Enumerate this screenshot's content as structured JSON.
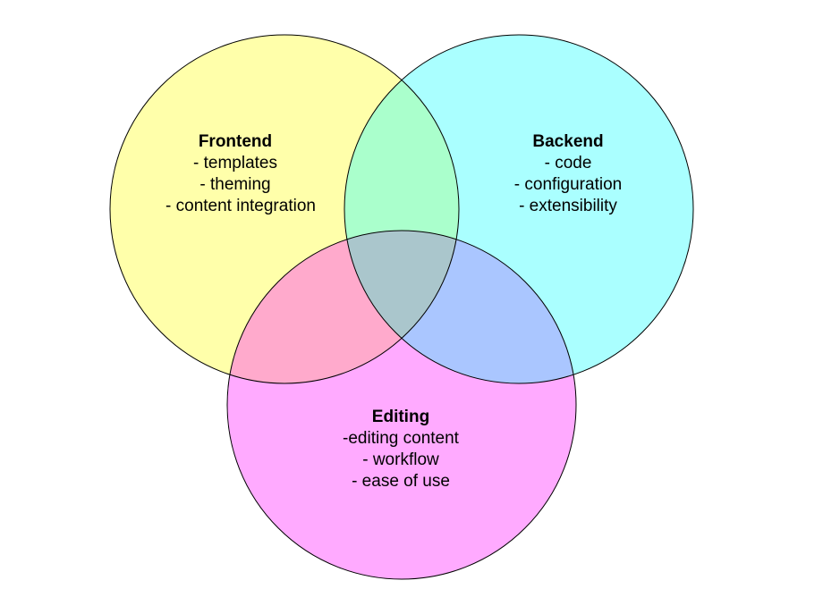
{
  "colors": {
    "frontend": "#ffffaa",
    "backend": "#aaffff",
    "editing": "#ffaaff",
    "frontend_backend": "#aaffcc",
    "frontend_editing": "#ffaacc",
    "backend_editing": "#aac6ff",
    "all_three": "#aac6cc",
    "outline": "#000000",
    "background": "#ffffff"
  },
  "sets": {
    "frontend": {
      "title": "Frontend",
      "items": [
        "- templates",
        "- theming",
        "- content integration"
      ]
    },
    "backend": {
      "title": "Backend",
      "items": [
        "- code",
        "- configuration",
        "- extensibility"
      ]
    },
    "editing": {
      "title": "Editing",
      "items": [
        "-editing content",
        "- workflow",
        "- ease of use"
      ]
    }
  }
}
